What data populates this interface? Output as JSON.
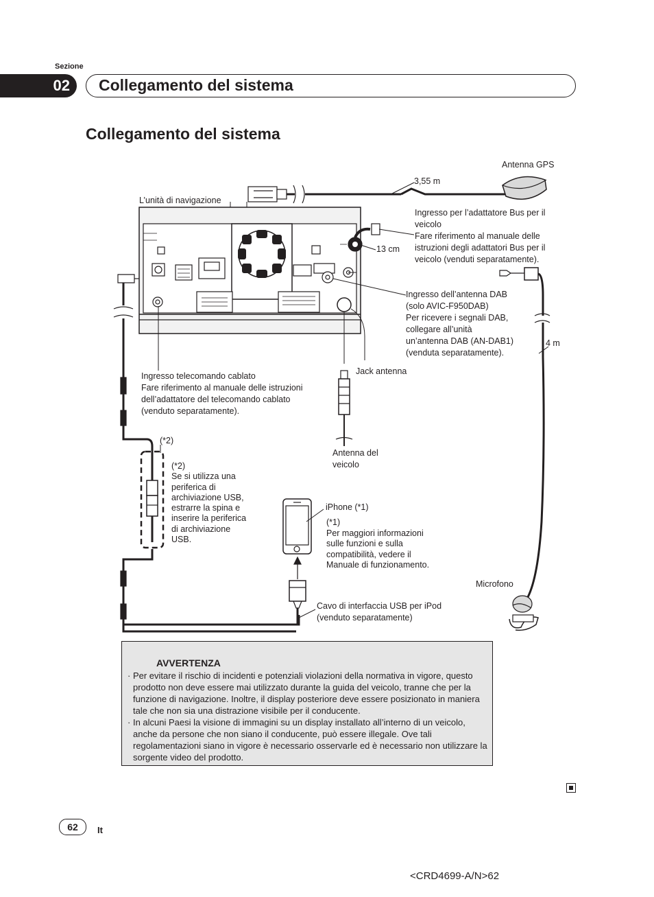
{
  "header": {
    "section_label": "Sezione",
    "section_number": "02",
    "section_title": "Collegamento del sistema"
  },
  "page_title": "Collegamento del sistema",
  "diagram": {
    "gps_antenna": "Antenna GPS",
    "gps_cable_length": "3,55 m",
    "nav_unit": "L’unità di navigazione",
    "bus_input": [
      "Ingresso per l’adattatore Bus per il",
      "veicolo",
      "Fare riferimento al manuale delle",
      "istruzioni degli adattatori Bus per il",
      "veicolo (venduti separatamente)."
    ],
    "bus_length": "13 cm",
    "dab_input": [
      "Ingresso dell’antenna DAB",
      "(solo AVIC-F950DAB)",
      "Per ricevere i segnali DAB,",
      "collegare all’unità",
      "un’antenna DAB (AN-DAB1)",
      "(venduta separatamente)."
    ],
    "mic_length": "4 m",
    "antenna_jack": "Jack antenna",
    "remote_input": [
      "Ingresso telecomando cablato",
      "Fare riferimento al manuale delle istruzioni",
      "dell’adattatore del telecomando cablato",
      "(venduto separatamente)."
    ],
    "note2_marker": "(*2)",
    "note2": [
      "(*2)",
      "Se si utilizza una",
      "periferica di",
      "archiviazione USB,",
      "estrarre la spina e",
      "inserire la periferica",
      "di archiviazione",
      "USB."
    ],
    "vehicle_antenna": [
      "Antenna del",
      "veicolo"
    ],
    "iphone": "iPhone (*1)",
    "note1": [
      "(*1)",
      "Per maggiori informazioni",
      "sulle funzioni e sulla",
      "compatibilità, vedere il",
      "Manuale di funzionamento."
    ],
    "microphone": "Microfono",
    "usb_cable": [
      "Cavo di interfaccia USB per iPod",
      "(venduto separatamente)"
    ]
  },
  "warning": {
    "title": "AVVERTENZA",
    "items": [
      "Per evitare il rischio di incidenti e potenziali violazioni della normativa in vigore, questo prodotto non deve essere mai utilizzato durante la guida del veicolo, tranne che per la funzione di navigazione. Inoltre, il display posteriore deve essere posizionato in maniera tale che non sia una distrazione visibile per il conducente.",
      "In alcuni Paesi la visione di immagini su un display installato all’interno di un veicolo, anche da persone che non siano il conducente, può essere illegale. Ove tali regolamentazioni siano in vigore è necessario osservarle ed è necessario non utilizzare la sorgente video del prodotto."
    ]
  },
  "footer": {
    "page_number": "62",
    "language": "It",
    "code": "<CRD4699-A/N>62"
  }
}
